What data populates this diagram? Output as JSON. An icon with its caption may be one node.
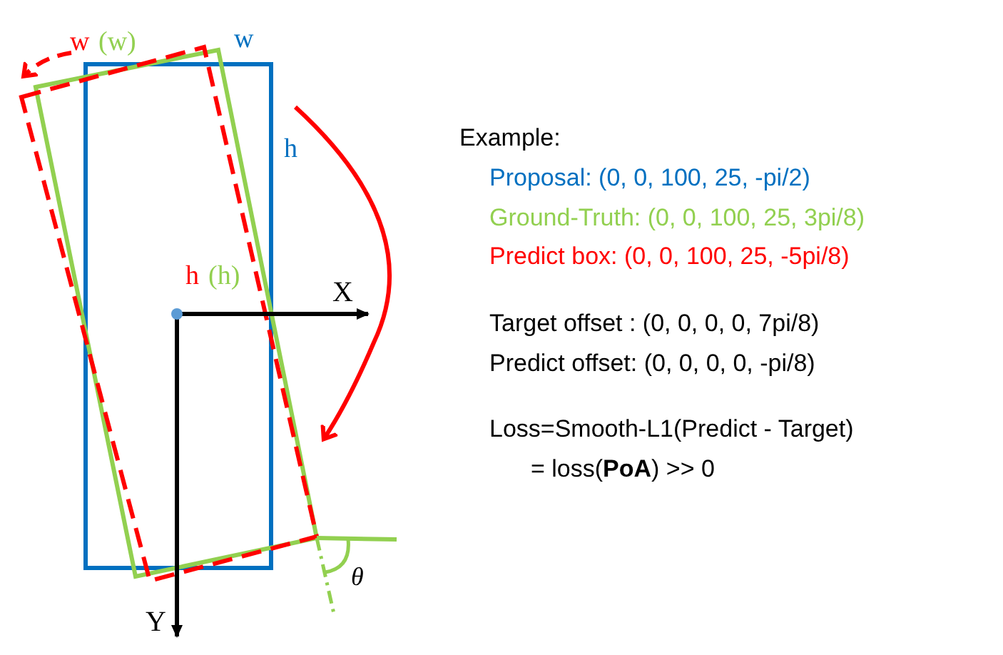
{
  "diagram": {
    "labels": [
      "w",
      "(w)",
      "w",
      "h",
      "h",
      "(h)",
      "X",
      "Y",
      "θ",
      "Example:",
      "Proposal: (0, 0, 100, 25, -pi/2)",
      "Ground-Truth: (0, 0, 100, 25, 3pi/8)",
      "Predict box: (0, 0, 100, 25, -5pi/8)",
      "Target offset : (0, 0, 0, 0, 7pi/8)",
      "Predict offset: (0, 0, 0, 0, -pi/8)",
      "Loss=Smooth-L1(Predict - Target)",
      "= loss(**PoA**) >> 0"
    ]
  }
}
